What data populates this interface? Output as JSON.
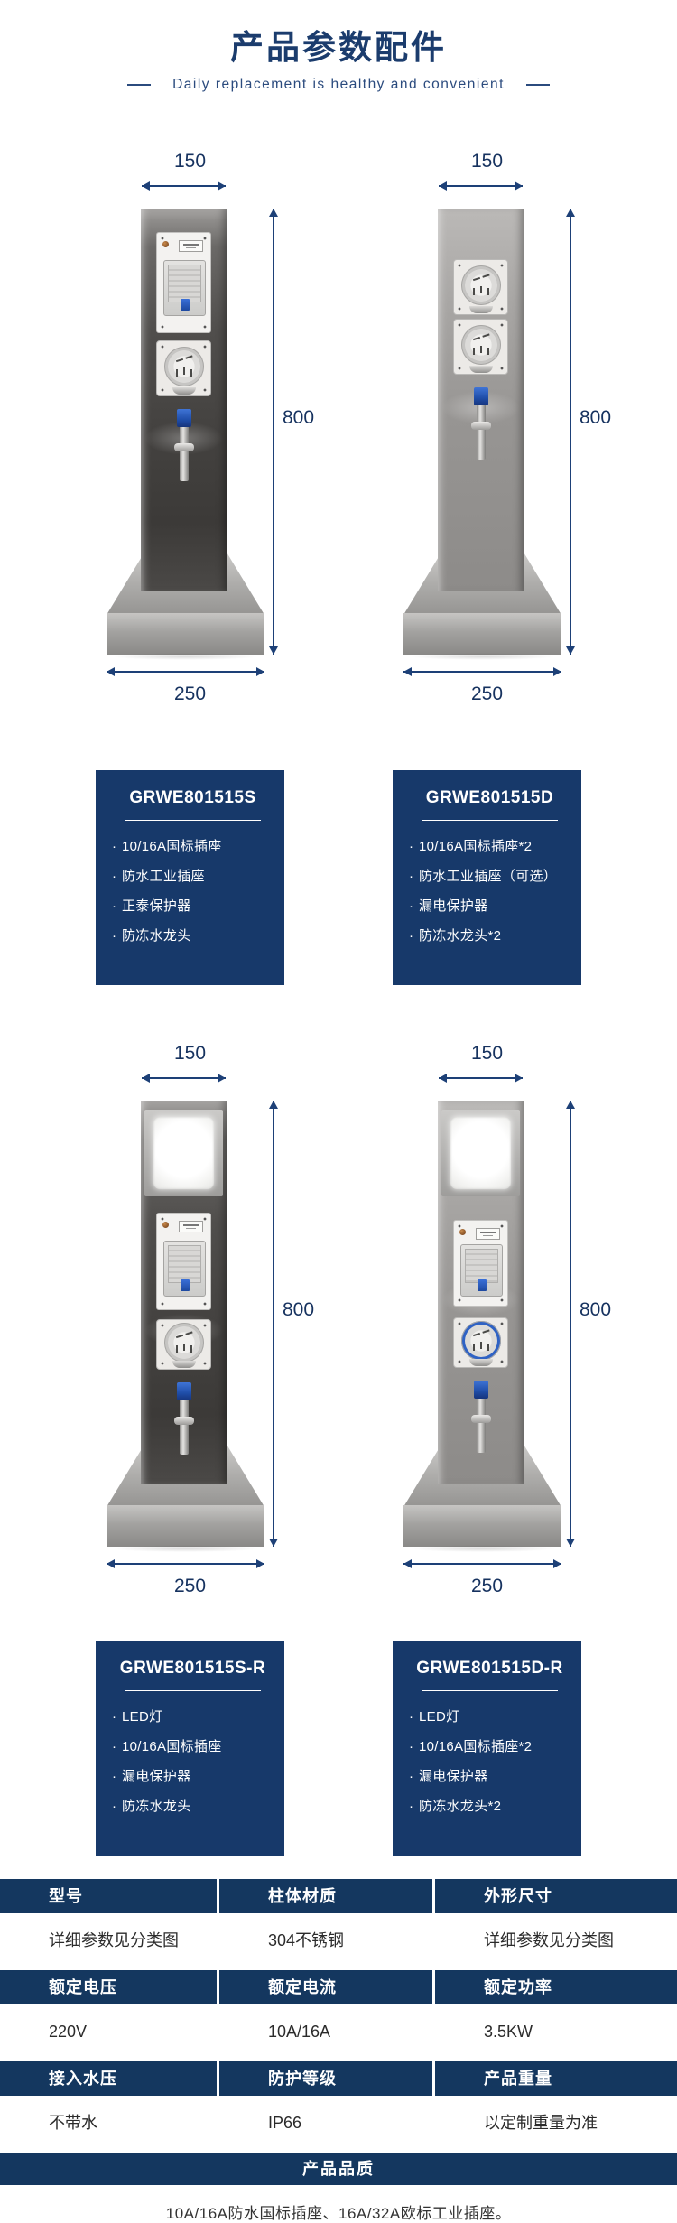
{
  "header": {
    "title": "产品参数配件",
    "subtitle": "Daily replacement is healthy and convenient"
  },
  "dimensions": {
    "width": "150",
    "height": "800",
    "base": "250"
  },
  "products": [
    {
      "model": "GRWE801515S",
      "features": [
        "10/16A国标插座",
        "防水工业插座",
        "正泰保护器",
        "防冻水龙头"
      ]
    },
    {
      "model": "GRWE801515D",
      "features": [
        "10/16A国标插座*2",
        "防水工业插座（可选）",
        "漏电保护器",
        "防冻水龙头*2"
      ]
    },
    {
      "model": "GRWE801515S-R",
      "features": [
        "LED灯",
        "10/16A国标插座",
        "漏电保护器",
        "防冻水龙头"
      ]
    },
    {
      "model": "GRWE801515D-R",
      "features": [
        "LED灯",
        "10/16A国标插座*2",
        "漏电保护器",
        "防冻水龙头*2"
      ]
    }
  ],
  "spec_table": {
    "rows": [
      {
        "headers": [
          "型号",
          "柱体材质",
          "外形尺寸"
        ],
        "values": [
          "详细参数见分类图",
          "304不锈钢",
          "详细参数见分类图"
        ]
      },
      {
        "headers": [
          "额定电压",
          "额定电流",
          "额定功率"
        ],
        "values": [
          "220V",
          "10A/16A",
          "3.5KW"
        ]
      },
      {
        "headers": [
          "接入水压",
          "防护等级",
          "产品重量"
        ],
        "values": [
          "不带水",
          "IP66",
          "以定制重量为准"
        ]
      }
    ],
    "quality_header": "产品品质",
    "quality_note": "10A/16A防水国标插座、16A/32A欧标工业插座。"
  },
  "colors": {
    "navy_card": "#17396a",
    "navy_table": "#14375f",
    "title_text": "#1b3c6d",
    "subtitle_text": "#2b4b7e",
    "dim": "#1d4077"
  }
}
